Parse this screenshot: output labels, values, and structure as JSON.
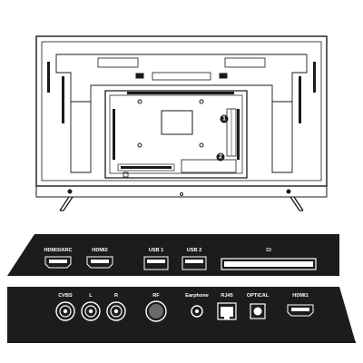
{
  "callouts": [
    "1",
    "2"
  ],
  "panel_top": {
    "ports": [
      "HDMI3/ARC",
      "HDMI2",
      "USB 1",
      "USB 2",
      "CI"
    ]
  },
  "panel_bottom": {
    "ports": [
      "CVBS",
      "L",
      "R",
      "RF",
      "Earphone",
      "RJ45",
      "OPTICAL",
      "HDMI1"
    ]
  },
  "colors": {
    "panel": "#1c1c1c",
    "line": "#1a1a1a",
    "background": "#ffffff"
  }
}
